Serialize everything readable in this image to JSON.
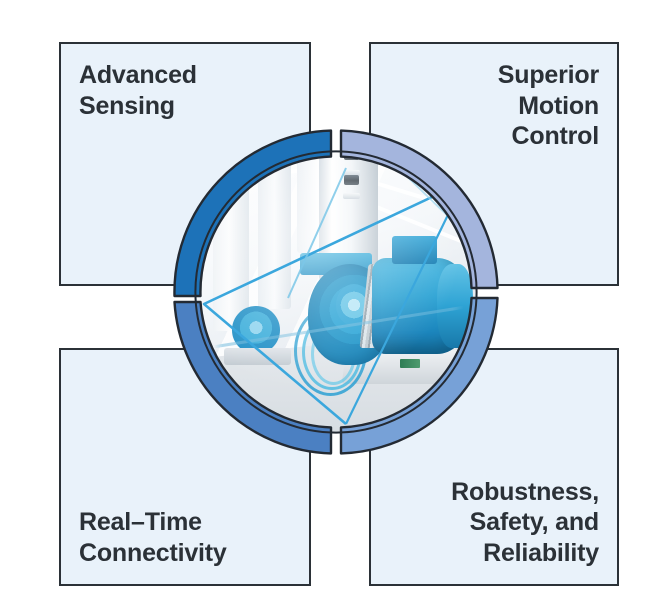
{
  "graphic": {
    "title": "Industrial motor and pump capability diagram",
    "center_image_alt": "Blue industrial centrifugal pumps and electric motors installed on concrete plinths in a bright plant room"
  },
  "quadrants": [
    {
      "id": "top-left",
      "label": "Advanced\nSensing",
      "arc_color": "#1d72b8",
      "panel_background": "#e9f2fa",
      "panel_border": "#2b3137"
    },
    {
      "id": "top-right",
      "label": "Superior\nMotion\nControl",
      "arc_color": "#a4b5dd",
      "panel_background": "#e9f2fa",
      "panel_border": "#2b3137"
    },
    {
      "id": "bottom-left",
      "label": "Real–Time\nConnectivity",
      "arc_color": "#4b80c2",
      "panel_background": "#e9f2fa",
      "panel_border": "#2b3137"
    },
    {
      "id": "bottom-right",
      "label": "Robustness,\nSafety, and\nReliability",
      "arc_color": "#77a1d7",
      "panel_background": "#e9f2fa",
      "panel_border": "#2b3137"
    }
  ],
  "colors": {
    "text": "#2b3137",
    "panel_fill": "#e9f2fa",
    "outline": "#232a33",
    "overlay_line": "#3ba7dd",
    "page_background": "#ffffff"
  }
}
